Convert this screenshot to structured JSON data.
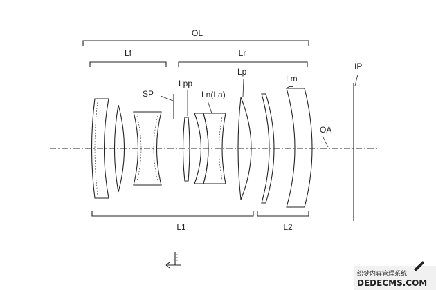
{
  "labels": {
    "ol": "OL",
    "lf": "Lf",
    "lr": "Lr",
    "sp": "SP",
    "lpp": "Lpp",
    "ln_la": "Ln(La)",
    "lp": "Lp",
    "lm": "Lm",
    "ip": "IP",
    "oa": "OA",
    "l1": "L1",
    "l2": "L2"
  },
  "watermark": {
    "line1": "织梦内容管理系统",
    "line2": "DEDECMS.COM"
  }
}
